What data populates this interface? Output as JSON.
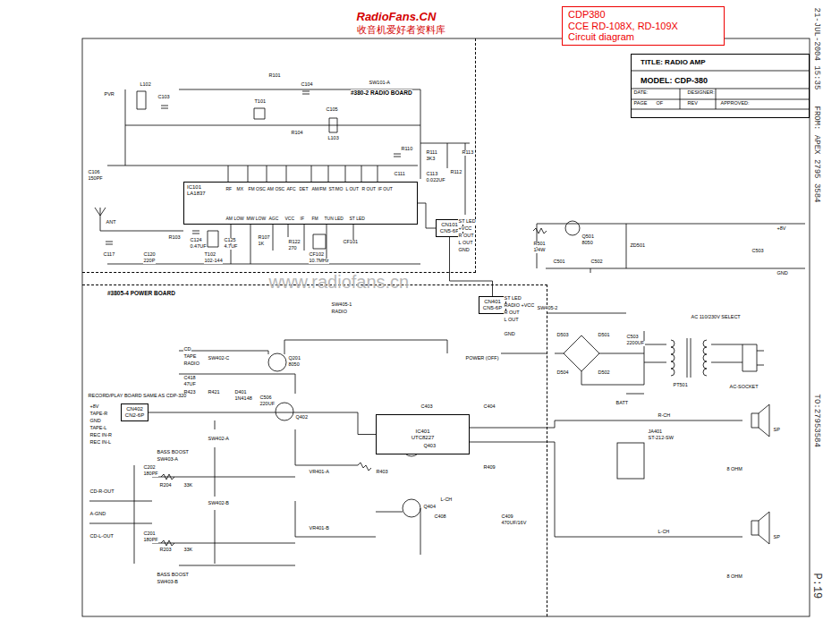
{
  "diagram": {
    "nodes": [
      {
        "text": [
          "CDP380",
          "CCE RD-108X, RD-109X",
          "Circuit diagram"
        ]
      },
      {
        "text": [
          "TITLE: RADIO AMP",
          "MODEL: CDP-380"
        ]
      },
      {
        "text": [
          "#380-2 RADIO BOARD"
        ]
      },
      {
        "text": [
          "IC101",
          "LA1837"
        ],
        "in": 2
      },
      {
        "text": [
          "CN101",
          "CN5-6P"
        ],
        "in": 2
      },
      {
        "text": [
          "#3805-4 POWER BOARD"
        ]
      },
      {
        "text": [
          "CN401",
          "CN5-6P"
        ],
        "in": 5
      },
      {
        "text": [
          "CN402",
          "CN2-6P"
        ],
        "in": 5
      },
      {
        "text": [
          "IC401",
          "UTC8227"
        ],
        "in": 5
      }
    ],
    "edges": [
      {
        "from": 3,
        "to": 4,
        "arrow": "none"
      },
      {
        "from": 4,
        "to": 6,
        "arrow": "none"
      },
      {
        "from": 7,
        "to": 8,
        "arrow": "none"
      }
    ],
    "labels": [
      "RadioFans.CN",
      "收音机爱好者资料库",
      "www.radiofans.cn",
      "21-JUL-2004 15:35",
      "FROM: APEX 2795 3584",
      "TO:27953584",
      "P:19",
      "DATE:",
      "DESIGNER:",
      "PAGE",
      "OF",
      "REV",
      "APPROVED:",
      "PVR",
      "L102",
      "C103",
      "R101",
      "T101",
      "C104",
      "C105",
      "R104",
      "L103",
      "SW101-A",
      "R110",
      "R111",
      "3K3",
      "R112",
      "R113",
      "C111",
      "C113",
      "0.022UF",
      "ANT",
      "C106",
      "150PF",
      "C117",
      "C120",
      "220P",
      "R103",
      "C124",
      "0.47UF",
      "C125",
      "4.7UF",
      "T102",
      "102-144",
      "R107",
      "1K",
      "R122",
      "270",
      "CF102",
      "10.7MHz",
      "CF101",
      "RF",
      "MX",
      "FM OSC",
      "AM OSC",
      "AFC",
      "DET",
      "AM/FM",
      "ST/MO",
      "L OUT",
      "R OUT",
      "IF OUT",
      "AM LOW",
      "MW LOW",
      "AGC",
      "VCC",
      "IF",
      "FM",
      "TUN LED",
      "ST LED",
      "ST LED",
      "+VCC",
      "R OUT",
      "L OUT",
      "GND",
      "ST LED",
      "RADIO +VCC",
      "R OUT",
      "L OUT",
      "GND",
      "SW405-1",
      "RADIO",
      "SW402-C",
      "CD",
      "TAPE",
      "RADIO",
      "C418",
      "47UF",
      "Q201",
      "8050",
      "C506",
      "220UF",
      "D401",
      "1N4148",
      "R423",
      "R421",
      "Q402",
      "POWER (OFF)",
      "SW405-2",
      "RECORD/PLAY BOARD SAME AS CDP-320",
      "+8V",
      "TAPE-R",
      "GND",
      "TAPE-L",
      "REC IN-R",
      "REC IN-L",
      "SW402-A",
      "SW402-B",
      "BASS BOOST",
      "SW403-A",
      "BASS BOOST",
      "SW403-B",
      "VR401-A",
      "VR401-B",
      "R403",
      "Q403",
      "Q404",
      "L-CH",
      "C202",
      "180PF",
      "R204",
      "33K",
      "C201",
      "180PF",
      "R203",
      "33K",
      "CD-R-OUT",
      "A-GND",
      "CD-L-OUT",
      "C403",
      "C404",
      "C408",
      "C409",
      "470UF/16V",
      "R409",
      "Q501",
      "8050",
      "R501",
      "1/4W",
      "C501",
      "ZD501",
      "C502",
      "C503",
      "+8V",
      "GND",
      "AC 110/230V SELECT",
      "D503",
      "D501",
      "D504",
      "D502",
      "C503",
      "2200UF",
      "PT501",
      "AC-SOCKET",
      "BATT",
      "JA401",
      "ST-212-SW",
      "R-CH",
      "L-CH",
      "SP",
      "SP",
      "8 OHM",
      "8 OHM"
    ]
  }
}
